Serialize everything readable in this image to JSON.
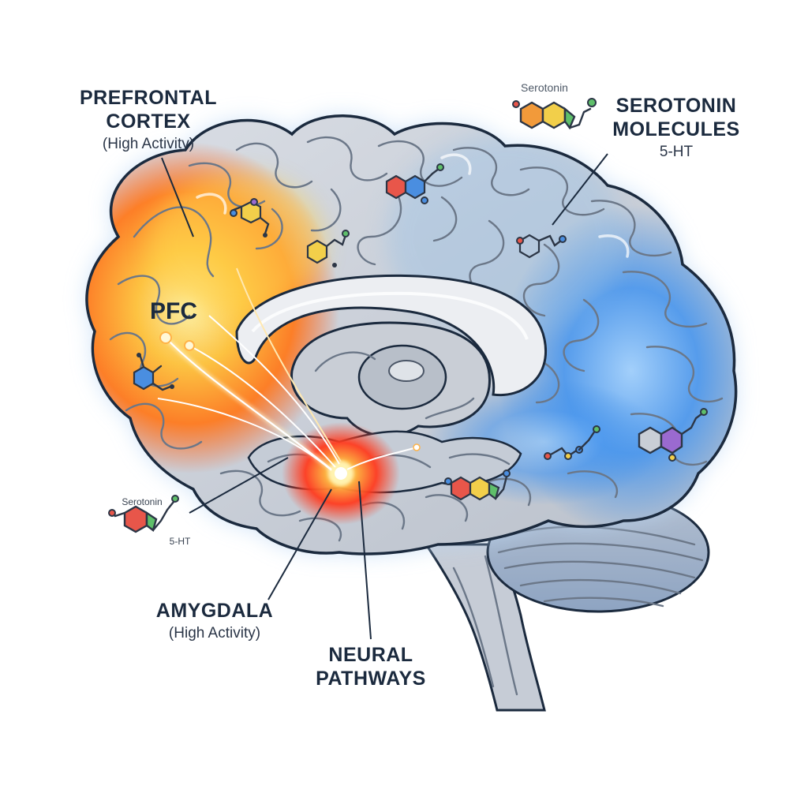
{
  "labels": {
    "prefrontal_title_line1": "PREFRONTAL",
    "prefrontal_title_line2": "CORTEX",
    "prefrontal_sub": "(High Activity)",
    "pfc": "PFC",
    "serotonin_title_line1": "SEROTONIN",
    "serotonin_title_line2": "MOLECULES",
    "serotonin_sub": "5-HT",
    "serotonin_small_top": "Serotonin",
    "serotonin_small_left": "Serotonin",
    "serotonin_small_left_sub": "5-HT",
    "amygdala_title": "AMYGDALA",
    "amygdala_sub": "(High Activity)",
    "neural_line1": "NEURAL",
    "neural_line2": "PATHWAYS"
  },
  "colors": {
    "outline": "#1b2a3e",
    "brain_gray": "#c9ced6",
    "glow_orange": "#ff7a1e",
    "glow_yellow": "#ffd54a",
    "glow_red": "#ff3b1f",
    "glow_blue": "#3f8fe8",
    "molecule_orange": "#f29a3a",
    "molecule_yellow": "#f2cf4a",
    "molecule_green": "#5fbf6a",
    "molecule_blue": "#4a8ee0",
    "molecule_red": "#e8564a",
    "molecule_purple": "#9a6ad0"
  },
  "icons": {
    "brain": "brain-illustration",
    "molecule": "serotonin-molecule-icon"
  }
}
